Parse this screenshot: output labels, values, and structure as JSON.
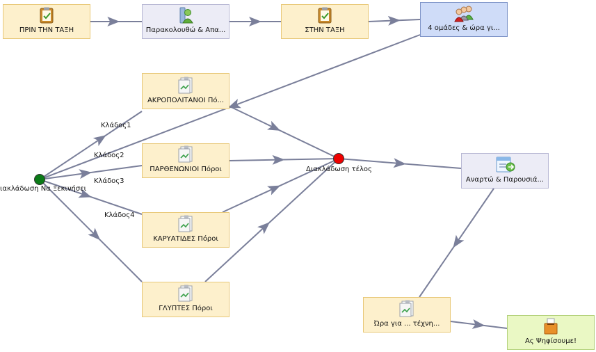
{
  "nodes": {
    "prin": {
      "label": "ΠΡΙΝ ΤΗΝ ΤΑΞΗ",
      "icon": "clipboard-icon"
    },
    "parakolouth": {
      "label": "Παρακολουθώ & Απα...",
      "icon": "student-icon"
    },
    "stin": {
      "label": "ΣΤΗΝ ΤΑΞΗ",
      "icon": "clipboard-icon"
    },
    "omades": {
      "label": "4 ομάδες & ώρα γι...",
      "icon": "group-icon"
    },
    "akropolitanoi": {
      "label": "ΑΚΡΟΠΟΛΙΤΑΝΟΙ Πό...",
      "icon": "document-icon"
    },
    "parthenonioi": {
      "label": "ΠΑΡΘΕΝΩΝΙΟΙ Πόροι",
      "icon": "document-icon"
    },
    "karyatides": {
      "label": "ΚΑΡΥΑΤΙΔΕΣ Πόροι",
      "icon": "document-icon"
    },
    "glyptes": {
      "label": "ΓΛΥΠΤΕΣ Πόροι",
      "icon": "document-icon"
    },
    "anarto": {
      "label": "Αναρτώ & Παρουσιά...",
      "icon": "presentation-icon"
    },
    "ora": {
      "label": "Ώρα για ... τέχνη...",
      "icon": "document-icon"
    },
    "psifisoume": {
      "label": "Ας Ψηφίσουμε!",
      "icon": "ballot-box-icon"
    }
  },
  "gates": {
    "start": {
      "label": "Διακλάδωση Να Ξεκινήσει",
      "color": "#0a7a16"
    },
    "end": {
      "label": "Διακλάδωση τέλος",
      "color": "#ee0000"
    }
  },
  "branches": [
    "Κλάδος1",
    "Κλάδος2",
    "Κλάδος3",
    "Κλάδος4"
  ],
  "colors": {
    "edge": "#7a7f9a",
    "task_fill": "#fdf0cc",
    "task_border": "#e8c878"
  }
}
